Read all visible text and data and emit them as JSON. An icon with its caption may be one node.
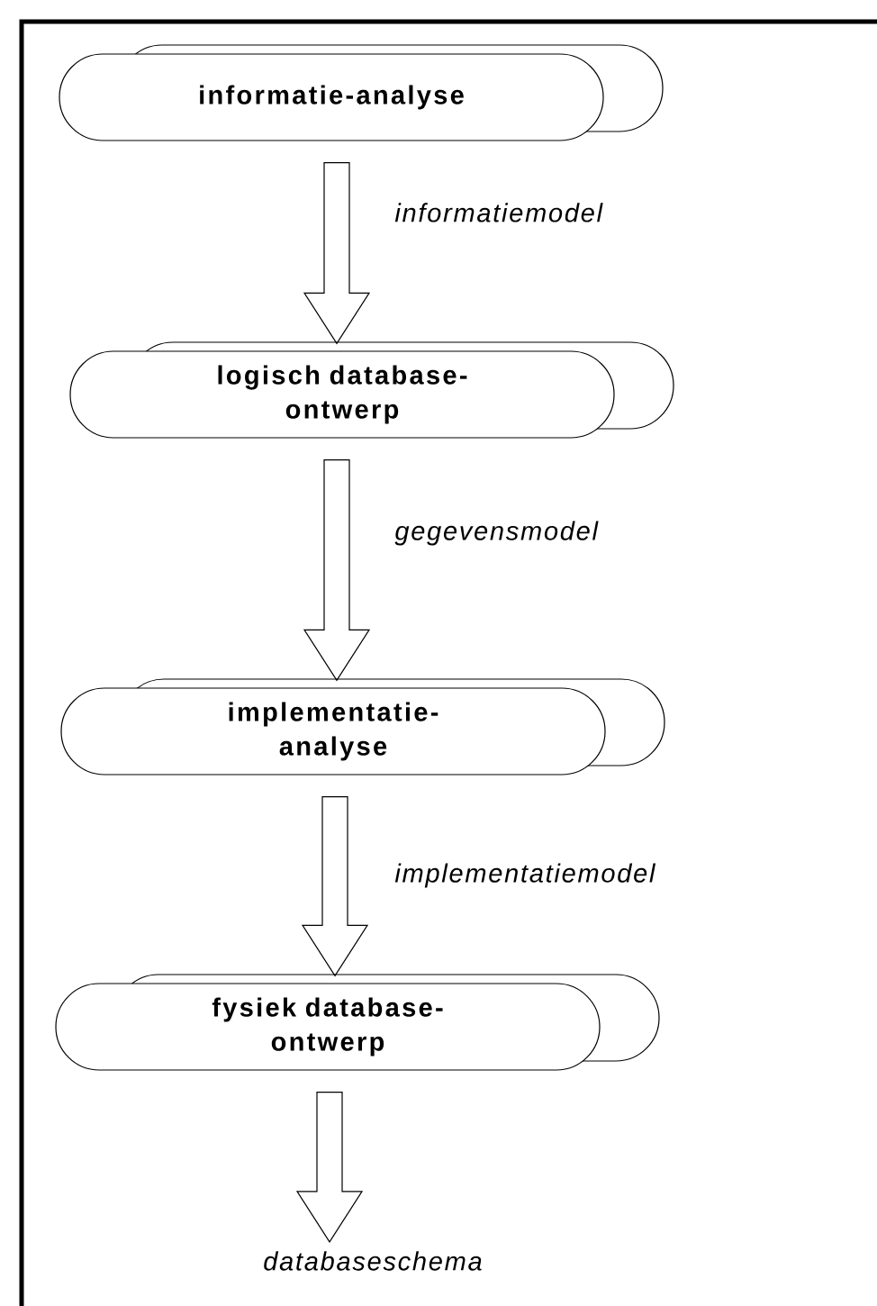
{
  "diagram": {
    "nodes": [
      {
        "text": [
          "informatie-analyse"
        ]
      },
      {
        "text": [
          "logisch database-ontwerp"
        ]
      },
      {
        "text": [
          "implementatie-analyse"
        ]
      },
      {
        "text": [
          "fysiek database-ontwerp"
        ]
      },
      {
        "text": [
          "databaseschema"
        ]
      }
    ],
    "edges": [
      {
        "from": 0,
        "to": 1,
        "arrow": "to",
        "label": "informatiemodel"
      },
      {
        "from": 1,
        "to": 2,
        "arrow": "to",
        "label": "gegevensmodel"
      },
      {
        "from": 2,
        "to": 3,
        "arrow": "to",
        "label": "implementatiemodel"
      },
      {
        "from": 3,
        "to": 4,
        "arrow": "to"
      }
    ]
  }
}
